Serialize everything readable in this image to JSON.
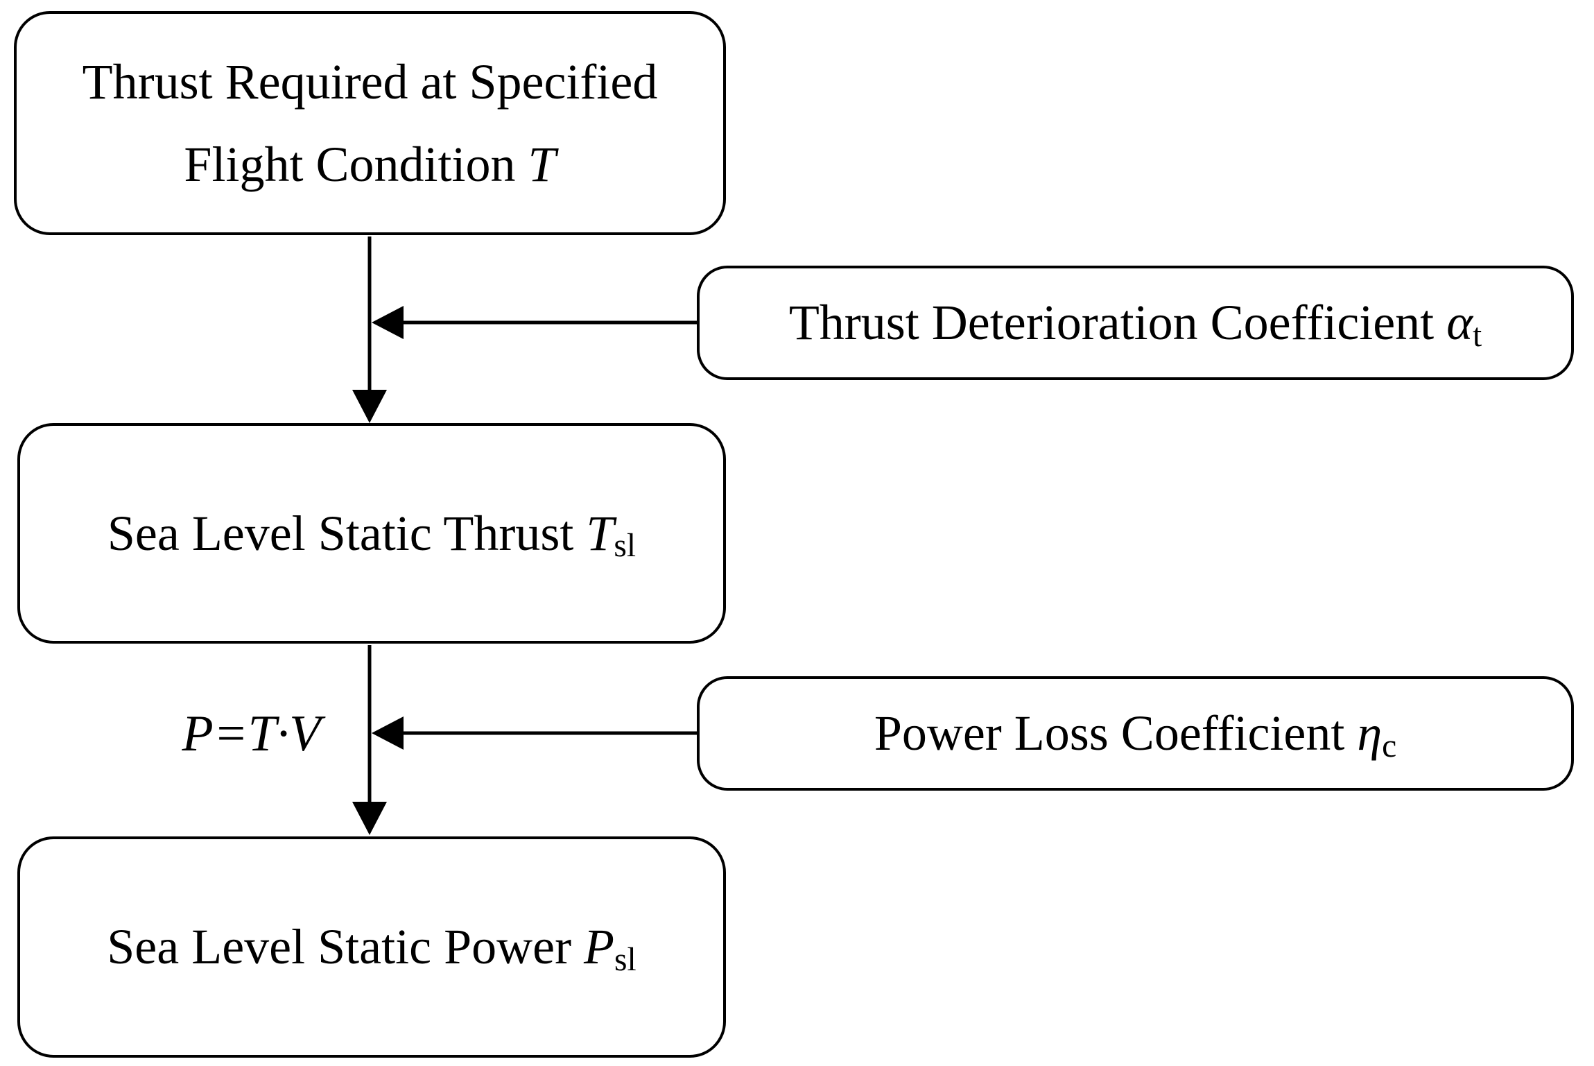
{
  "diagram": {
    "colors": {
      "background": "#ffffff",
      "stroke": "#000000",
      "text": "#000000"
    },
    "nodes": {
      "thrust_required": {
        "line1": "Thrust Required at Specified",
        "line2_prefix": "Flight Condition ",
        "line2_symbol": "T"
      },
      "thrust_deterioration_coefficient": {
        "prefix": "Thrust Deterioration Coefficient ",
        "symbol": "α",
        "subscript": "t"
      },
      "sea_level_static_thrust": {
        "prefix": "Sea Level Static Thrust ",
        "symbol": "T",
        "subscript": "sl"
      },
      "power_loss_coefficient": {
        "prefix": "Power Loss Coefficient ",
        "symbol": "η",
        "subscript": "c"
      },
      "sea_level_static_power": {
        "prefix": "Sea Level Static Power ",
        "symbol": "P",
        "subscript": "sl"
      }
    },
    "labels": {
      "power_equation": "P=T·V"
    }
  }
}
